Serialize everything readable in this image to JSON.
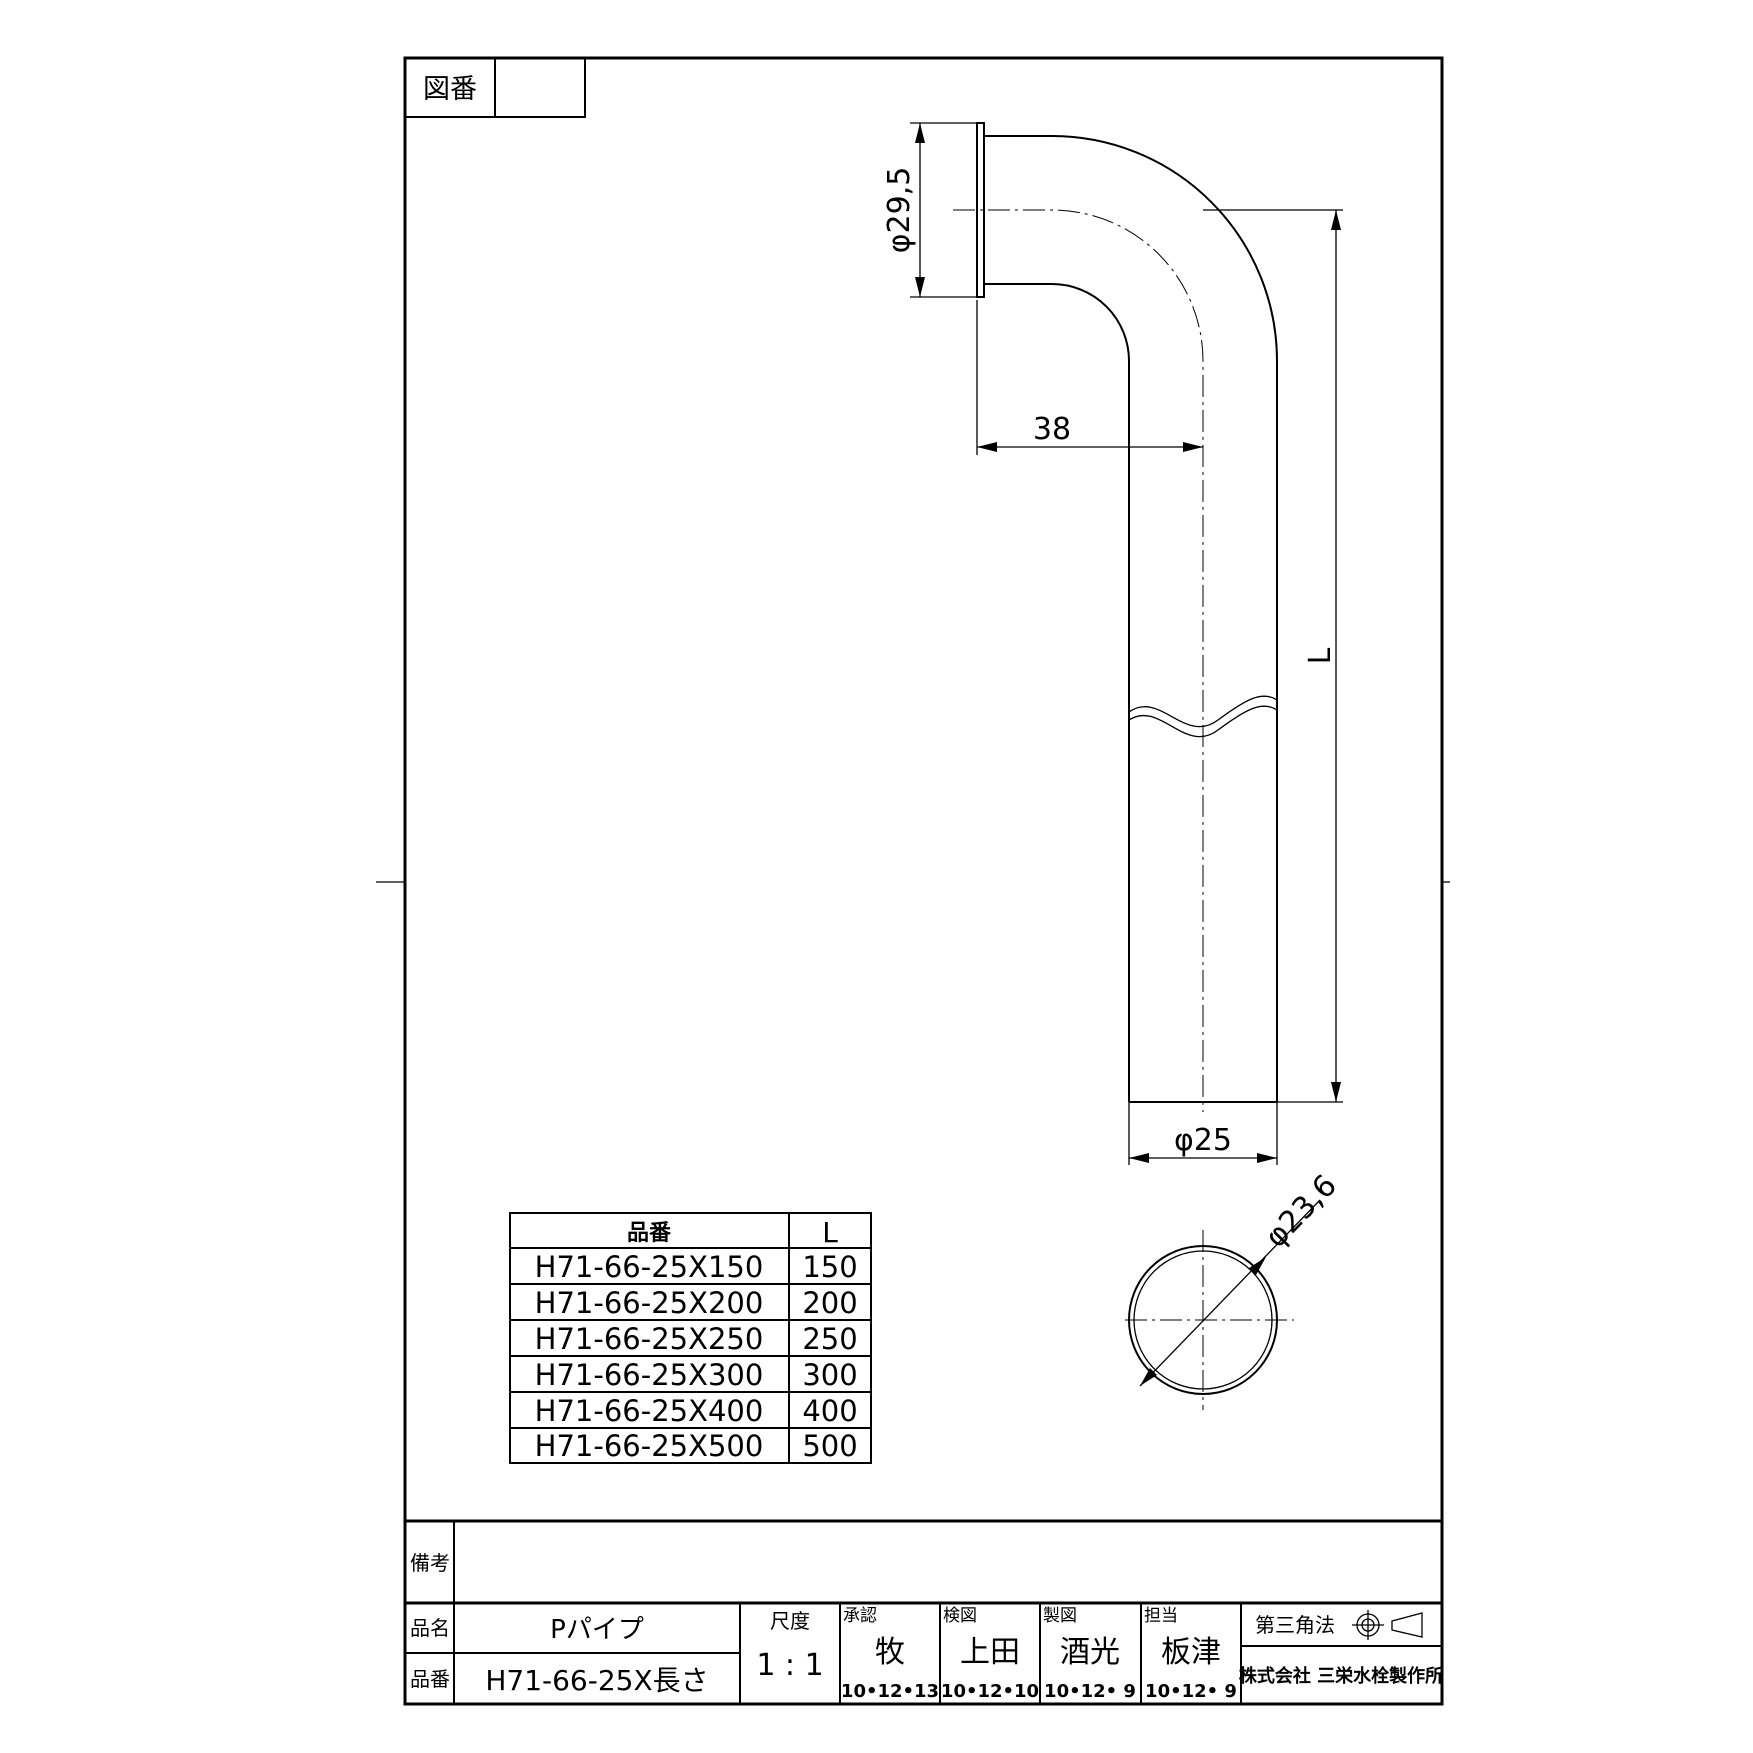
{
  "drawing_number": {
    "label": "図番",
    "value": ""
  },
  "dimensions": {
    "flange_diameter": "φ29,5",
    "offset": "38",
    "length": "L",
    "outer_diameter": "φ25",
    "inner_diameter": "φ23,6"
  },
  "variant_table": {
    "headers": [
      "品番",
      "L"
    ],
    "rows": [
      [
        "H71-66-25X150",
        "150"
      ],
      [
        "H71-66-25X200",
        "200"
      ],
      [
        "H71-66-25X250",
        "250"
      ],
      [
        "H71-66-25X300",
        "300"
      ],
      [
        "H71-66-25X400",
        "400"
      ],
      [
        "H71-66-25X500",
        "500"
      ]
    ]
  },
  "title_block": {
    "remarks_label": "備考",
    "remarks_value": "",
    "name_label": "品名",
    "name_value": "Pパイプ",
    "part_label": "品番",
    "part_value": "H71-66-25X長さ",
    "scale_label": "尺度",
    "scale_value": "1 : 1",
    "approvals": [
      {
        "role": "承認",
        "name": "牧",
        "date": "10•12•13"
      },
      {
        "role": "検図",
        "name": "上田",
        "date": "10•12•10"
      },
      {
        "role": "製図",
        "name": "酒光",
        "date": "10•12• 9"
      },
      {
        "role": "担当",
        "name": "板津",
        "date": "10•12• 9"
      }
    ],
    "projection_label": "第三角法",
    "company": "株式会社 三栄水栓製作所"
  }
}
